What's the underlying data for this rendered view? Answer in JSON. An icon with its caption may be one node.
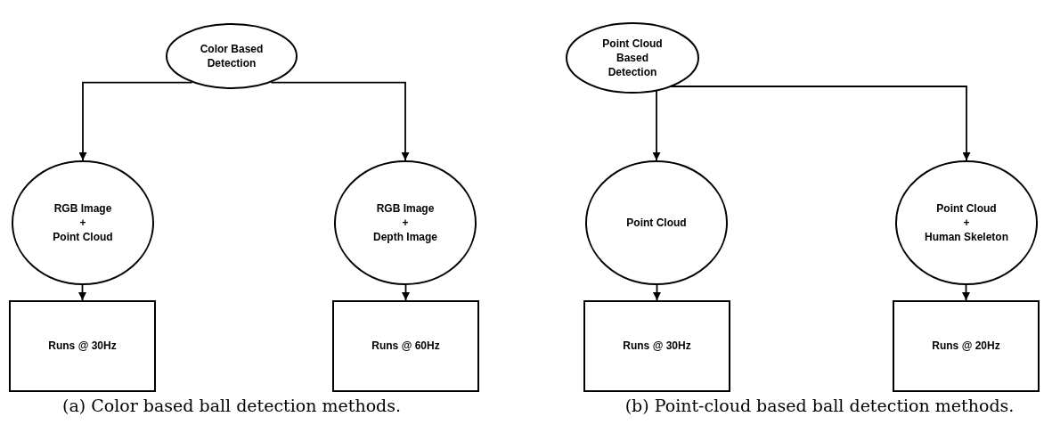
{
  "diagram": {
    "nodes": [
      {
        "text": [
          "Color Based Detection"
        ]
      },
      {
        "text": [
          "RGB Image + Point Cloud"
        ]
      },
      {
        "text": [
          "RGB Image + Depth Image"
        ]
      },
      {
        "text": [
          "Runs @ 30Hz"
        ]
      },
      {
        "text": [
          "Runs @ 60Hz"
        ]
      },
      {
        "text": [
          "Point Cloud Based Detection"
        ]
      },
      {
        "text": [
          "Point Cloud"
        ]
      },
      {
        "text": [
          "Point Cloud + Human Skeleton"
        ]
      },
      {
        "text": [
          "Runs @ 30Hz"
        ]
      },
      {
        "text": [
          "Runs @ 20Hz"
        ]
      }
    ],
    "edges": [
      {
        "from": 0,
        "to": 1,
        "arrow": "to"
      },
      {
        "from": 0,
        "to": 2,
        "arrow": "to"
      },
      {
        "from": 1,
        "to": 3,
        "arrow": "to"
      },
      {
        "from": 2,
        "to": 4,
        "arrow": "to"
      },
      {
        "from": 5,
        "to": 6,
        "arrow": "to"
      },
      {
        "from": 5,
        "to": 7,
        "arrow": "to"
      },
      {
        "from": 6,
        "to": 8,
        "arrow": "to"
      },
      {
        "from": 7,
        "to": 9,
        "arrow": "to"
      }
    ],
    "labels": [
      "(a) Color based ball detection methods.",
      "(b) Point-cloud based ball detection methods."
    ]
  }
}
